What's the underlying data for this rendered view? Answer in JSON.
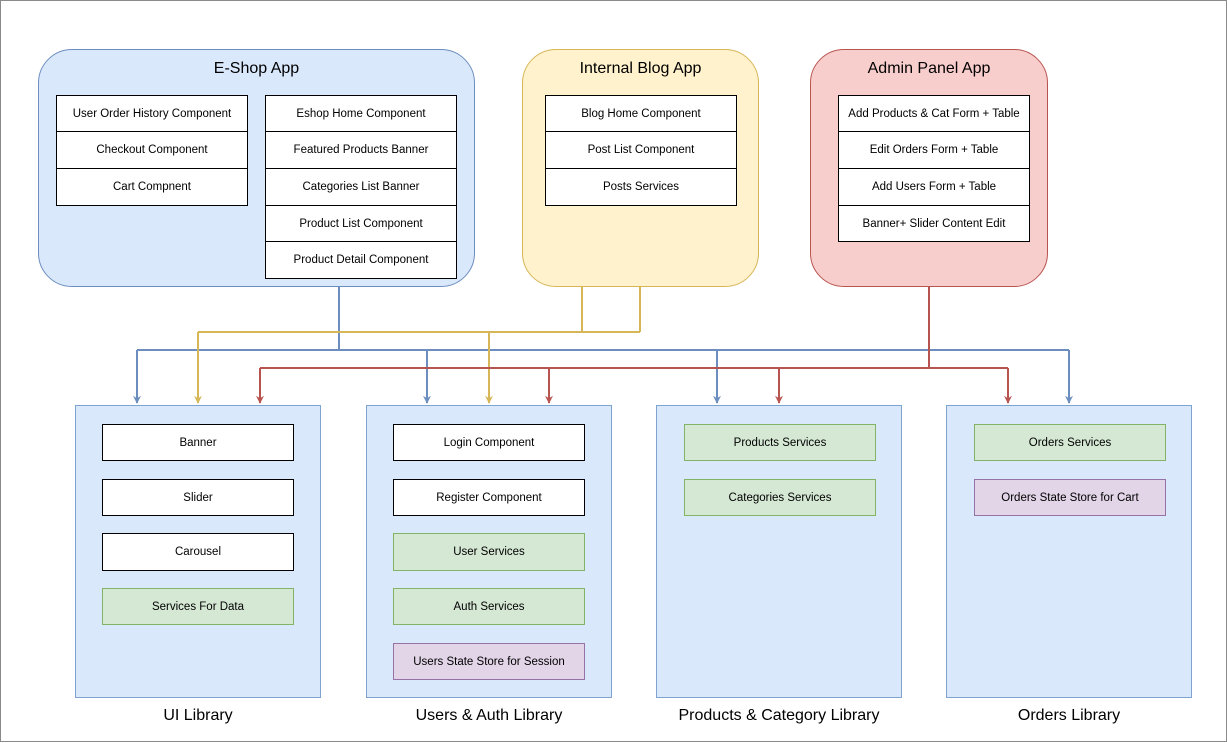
{
  "colors": {
    "blue_wire": "#6c8ebf",
    "yellow_wire": "#d6b656",
    "red_wire": "#b85450",
    "eshop_fill": "#dae8fc",
    "eshop_stroke": "#6c8ebf",
    "blog_fill": "#fff2cc",
    "blog_stroke": "#d6b656",
    "admin_fill": "#f8cecc",
    "admin_stroke": "#b85450",
    "service_fill": "#d5e8d4",
    "store_fill": "#e1d5e7"
  },
  "apps": {
    "eshop": {
      "title": "E-Shop App",
      "left_components": [
        "User Order History Component",
        "Checkout Component",
        "Cart Compnent"
      ],
      "right_components": [
        "Eshop Home Component",
        "Featured Products Banner",
        "Categories List Banner",
        "Product List Component",
        "Product Detail Component"
      ]
    },
    "blog": {
      "title": "Internal Blog App",
      "components": [
        "Blog Home Component",
        "Post List Component",
        "Posts Services"
      ]
    },
    "admin": {
      "title": "Admin Panel App",
      "components": [
        "Add Products & Cat Form + Table",
        "Edit Orders Form + Table",
        "Add Users Form  + Table",
        "Banner+ Slider Content Edit"
      ]
    }
  },
  "libraries": {
    "ui": {
      "title": "UI Library",
      "items": [
        "Banner",
        "Slider",
        "Carousel",
        "Services For Data"
      ]
    },
    "users": {
      "title": "Users & Auth Library",
      "items": [
        "Login Component",
        "Register Component",
        "User Services",
        "Auth Services",
        "Users State Store for Session"
      ]
    },
    "products": {
      "title": "Products & Category Library",
      "items": [
        "Products Services",
        "Categories Services"
      ]
    },
    "orders": {
      "title": "Orders Library",
      "items": [
        "Orders Services",
        "Orders State Store for Cart"
      ]
    }
  }
}
